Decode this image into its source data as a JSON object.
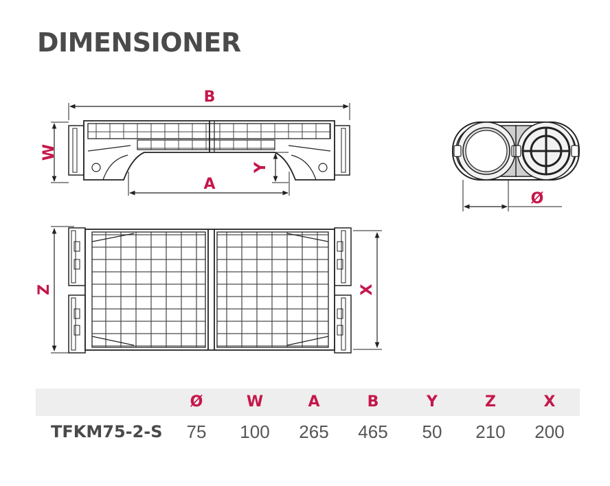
{
  "page": {
    "title": "DIMENSIONER"
  },
  "drawing_labels": {
    "b": "B",
    "w": "W",
    "a": "A",
    "y": "Y",
    "diameter": "Ø",
    "z": "Z",
    "x": "X"
  },
  "table": {
    "headers": [
      "Ø",
      "W",
      "A",
      "B",
      "Y",
      "Z",
      "X"
    ],
    "rows": [
      {
        "model": "TFKM75-2-S",
        "values": [
          "75",
          "100",
          "265",
          "465",
          "50",
          "210",
          "200"
        ]
      }
    ]
  },
  "colors": {
    "accent": "#c5174a",
    "title": "#4a4a4a",
    "header_bg": "#eeeeee"
  }
}
